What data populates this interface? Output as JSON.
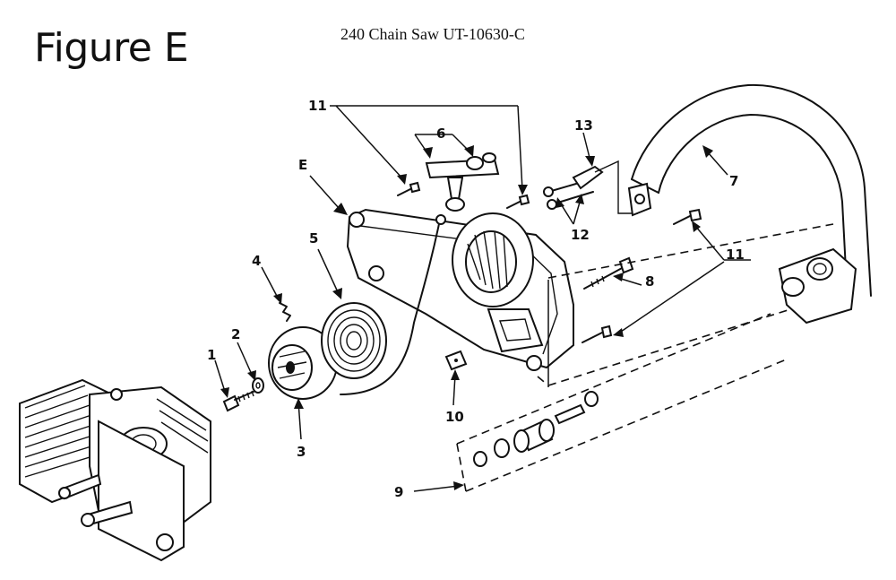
{
  "figure_label": "Figure E",
  "diagram_title": "240 Chain Saw UT-10630-C",
  "callouts": {
    "c1": "1",
    "c2": "2",
    "c3": "3",
    "c4": "4",
    "c5": "5",
    "c6": "6",
    "c7": "7",
    "c8": "8",
    "c9": "9",
    "c10": "10",
    "c11a": "11",
    "c11b": "11",
    "c12": "12",
    "c13": "13",
    "cE": "E"
  }
}
